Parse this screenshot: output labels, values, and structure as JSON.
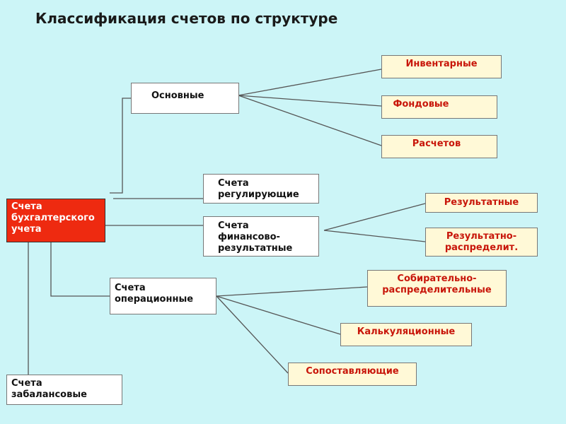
{
  "title": "Классификация счетов по структуре",
  "root": {
    "lines": [
      "Счета",
      "бухгалтерского",
      "учета"
    ]
  },
  "nodes": {
    "osnovnye": {
      "lines": [
        "Основные"
      ]
    },
    "reguliruyushchie": {
      "lines": [
        "Счета",
        "регулирующие"
      ]
    },
    "fin_rez": {
      "lines": [
        "Счета",
        "финансово-",
        "результатные"
      ]
    },
    "operacionnye": {
      "lines": [
        "Счета",
        "операционные"
      ]
    },
    "zabalansovye": {
      "lines": [
        "Счета",
        "забалансовые"
      ]
    }
  },
  "leaves": {
    "inventarnye": {
      "lines": [
        "Инвентарные"
      ]
    },
    "fondovye": {
      "lines": [
        "Фондовые"
      ]
    },
    "raschetov": {
      "lines": [
        "Расчетов"
      ]
    },
    "rezultatnye": {
      "lines": [
        "Результатные"
      ]
    },
    "rezultatno_raspred": {
      "lines": [
        "Результатно-",
        "распределит."
      ]
    },
    "sobiratelno": {
      "lines": [
        "Собирательно-",
        "распределительные"
      ]
    },
    "kalkulyacionnye": {
      "lines": [
        "Калькуляционные"
      ]
    },
    "sopostavlyayushchie": {
      "lines": [
        "Сопоставляющие"
      ]
    }
  },
  "colors": {
    "background": "#ccf5f7",
    "root_fill": "#ee2a10",
    "leaf_fill": "#fff9d7",
    "leaf_text": "#c8160a",
    "connector": "#555555"
  }
}
